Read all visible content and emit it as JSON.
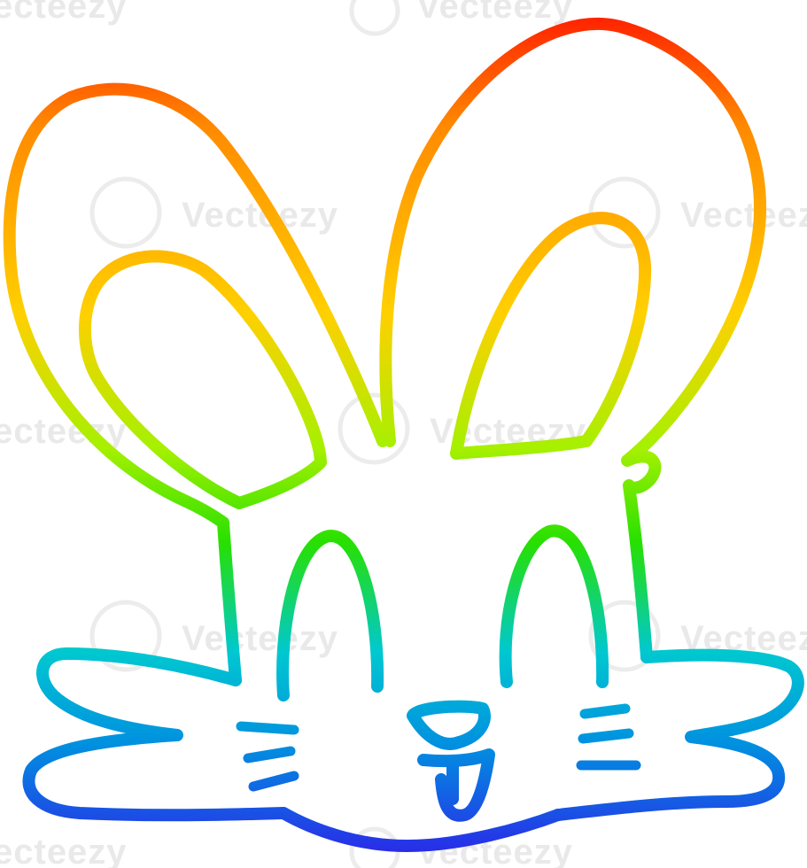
{
  "image": {
    "subject": "rainbow gradient line drawing of a cartoon bunny face",
    "gradient_colors": [
      "#ff1a00",
      "#ff8a00",
      "#ffd000",
      "#a6f000",
      "#28e000",
      "#00c8d0",
      "#0090e0",
      "#2a2ae8"
    ]
  },
  "watermark": {
    "text": "Vecteezy",
    "partial_text": "ecteezy"
  }
}
